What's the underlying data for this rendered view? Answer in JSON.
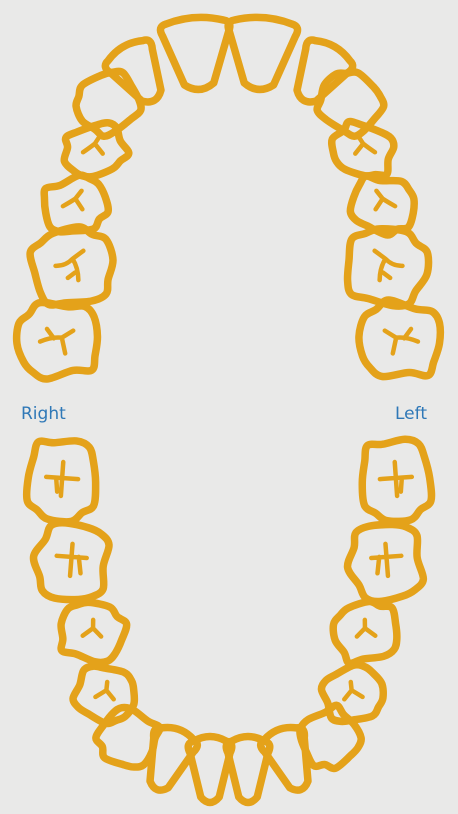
{
  "labels": {
    "right": "Right",
    "left": "Left"
  },
  "colors": {
    "tooth_stroke": "#e4a21a",
    "label_text": "#2f78b7",
    "background": "#e9e9e8"
  },
  "arches": [
    "upper",
    "lower"
  ],
  "tooth_types": [
    "central-incisor",
    "lateral-incisor",
    "canine",
    "first-premolar",
    "second-premolar",
    "first-molar",
    "second-molar"
  ]
}
